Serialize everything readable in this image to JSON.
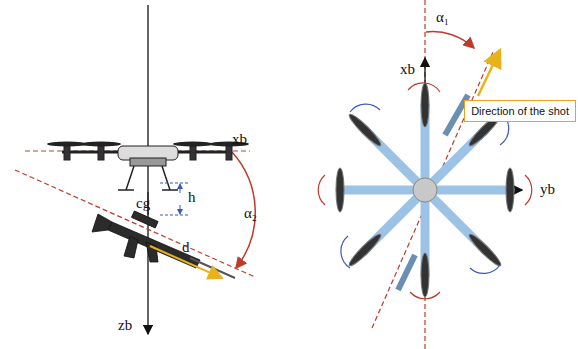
{
  "diagram": {
    "nodes": [
      {
        "text": [
          "Direction of the shot"
        ]
      }
    ],
    "labels": [
      "xb",
      "zb",
      "cg",
      "h",
      "α₂",
      "d",
      "α₁",
      "xb",
      "yb"
    ]
  }
}
